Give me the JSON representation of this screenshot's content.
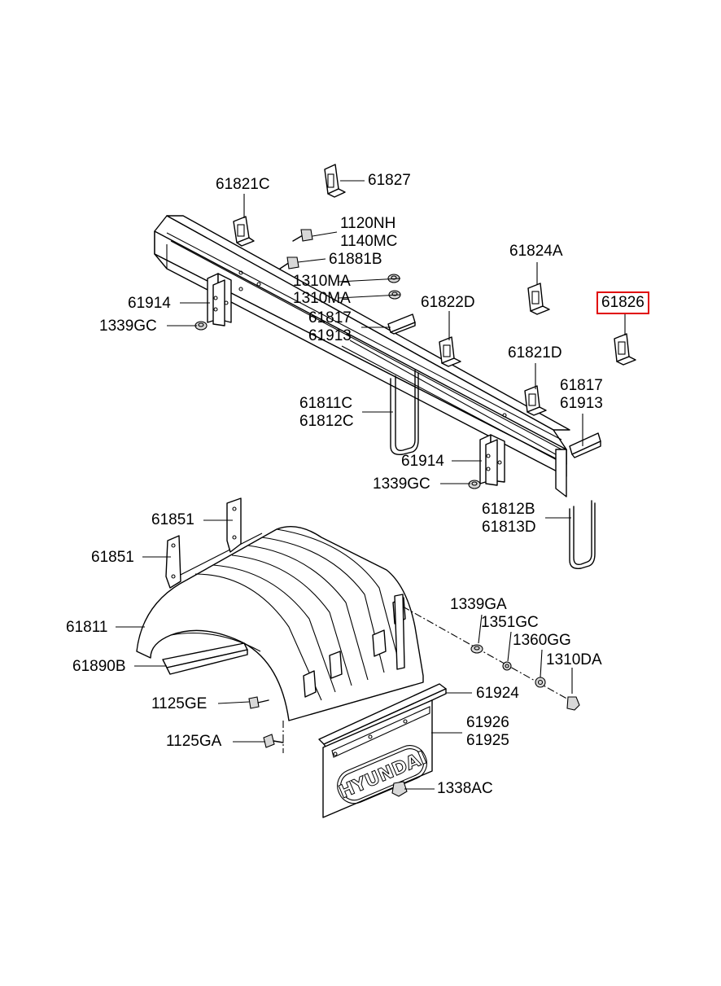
{
  "diagram": {
    "highlighted_part": "61826",
    "parts": {
      "p61821c_top": "61821C",
      "p61827": "61827",
      "p1120nh": "1120NH",
      "p1140mc": "1140MC",
      "p61881b": "61881B",
      "p1310ma_a": "1310MA",
      "p1310ma_b": "1310MA",
      "p61824a": "61824A",
      "p61826": "61826",
      "p61914_left": "61914",
      "p1339gc_left": "1339GC",
      "p61817_a": "61817",
      "p61913_a": "61913",
      "p61822d": "61822D",
      "p61821d": "61821D",
      "p61817_b": "61817",
      "p61913_b": "61913",
      "p61811c": "61811C",
      "p61812c": "61812C",
      "p61914_right": "61914",
      "p1339gc_right": "1339GC",
      "p61812b": "61812B",
      "p61813d": "61813D",
      "p61851_a": "61851",
      "p61851_b": "61851",
      "p61811": "61811",
      "p61890b": "61890B",
      "p1339ga": "1339GA",
      "p1351gc": "1351GC",
      "p1360gg": "1360GG",
      "p1310da": "1310DA",
      "p61924": "61924",
      "p1125ge": "1125GE",
      "p1125ga": "1125GA",
      "p61926": "61926",
      "p61925": "61925",
      "p1338ac": "1338AC"
    },
    "mudflap_logo": "HYUNDAI"
  }
}
